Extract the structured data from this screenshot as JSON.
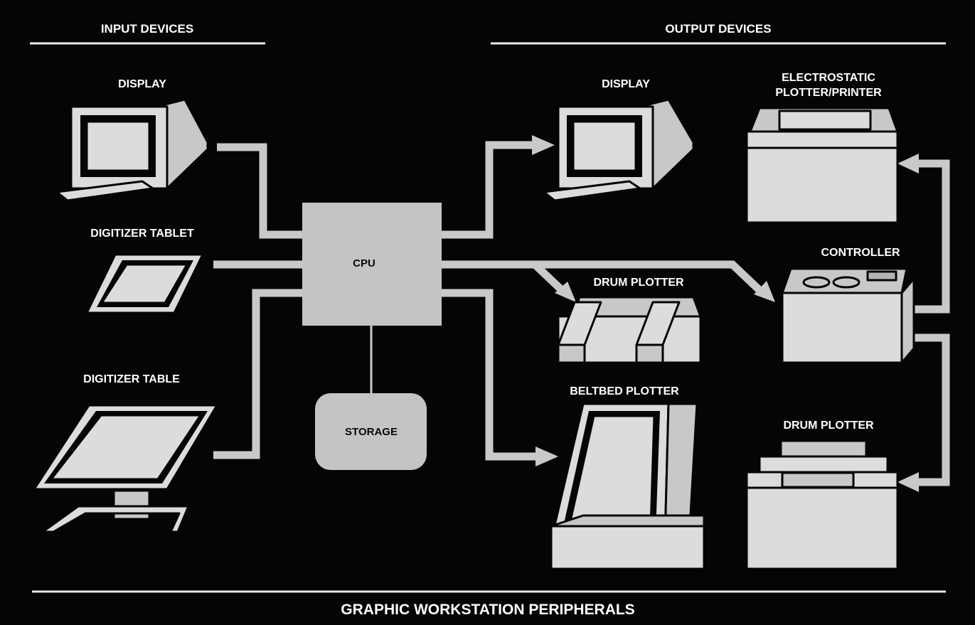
{
  "headers": {
    "input": "INPUT DEVICES",
    "output": "OUTPUT DEVICES"
  },
  "input_devices": {
    "display": "DISPLAY",
    "digitizer_tablet": "DIGITIZER TABLET",
    "digitizer_table": "DIGITIZER TABLE"
  },
  "center": {
    "cpu": "CPU",
    "storage": "STORAGE"
  },
  "output_devices": {
    "display": "DISPLAY",
    "electrostatic_line1": "ELECTROSTATIC",
    "electrostatic_line2": "PLOTTER/PRINTER",
    "controller": "CONTROLLER",
    "drum_plotter_center": "DRUM PLOTTER",
    "beltbed_plotter": "BELTBED PLOTTER",
    "drum_plotter_right": "DRUM PLOTTER"
  },
  "footer": "GRAPHIC WORKSTATION PERIPHERALS",
  "colors": {
    "background": "#050505",
    "device_fill": "#dcdcdc",
    "connector": "#c9c9c9",
    "text": "#ffffff"
  }
}
